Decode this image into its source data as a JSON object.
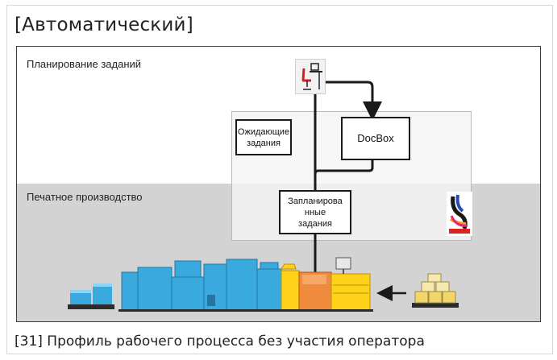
{
  "heading": "[Автоматический]",
  "caption": "[31] Профиль рабочего процесса без участия оператора",
  "diagram": {
    "zone_planning_label": "Планирование заданий",
    "zone_print_label": "Печатное производство",
    "waiting_jobs_label": "Ожидающие\nзадания",
    "docbox_label": "DocBox",
    "scheduled_jobs_label": "Запланирова\nнные\nзадания",
    "icons": [
      "operator-workstation-icon",
      "product-logo-icon",
      "output-stack-icon",
      "paper-pallet-icon"
    ],
    "colors": {
      "print_zone": "#d3d3d3",
      "printer_blue": "#39a9de",
      "printer_yellow": "#ffd21a",
      "printer_orange": "#f08a3c",
      "line": "#1a1a1a"
    }
  }
}
